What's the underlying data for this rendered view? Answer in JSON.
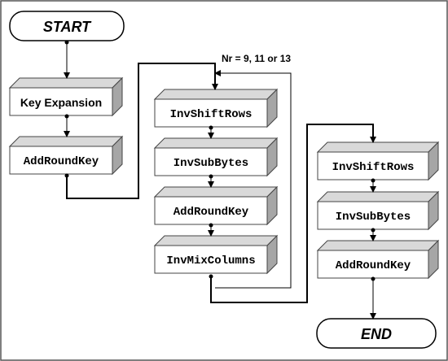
{
  "start_label": "START",
  "end_label": "END",
  "loop_label": "Nr = 9, 11 or 13",
  "col1": {
    "key_expansion": "Key Expansion",
    "add_round_key": "AddRoundKey"
  },
  "col2": {
    "inv_shift_rows": "InvShiftRows",
    "inv_sub_bytes": "InvSubBytes",
    "add_round_key": "AddRoundKey",
    "inv_mix_columns": "InvMixColumns"
  },
  "col3": {
    "inv_shift_rows": "InvShiftRows",
    "inv_sub_bytes": "InvSubBytes",
    "add_round_key": "AddRoundKey"
  },
  "colors": {
    "frame": "#555555",
    "box_front": "#ffffff",
    "box_top": "#d9d9d9",
    "box_side": "#a6a6a6",
    "line": "#000000"
  }
}
